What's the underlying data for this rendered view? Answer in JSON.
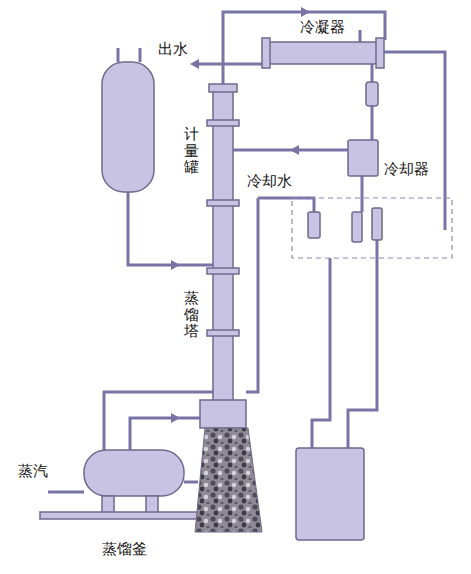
{
  "diagram": {
    "labels": [
      "冷凝器",
      "出水",
      "计量罐",
      "冷却水",
      "冷却器",
      "蒸馏塔",
      "蒸汽",
      "蒸馏釜"
    ]
  }
}
